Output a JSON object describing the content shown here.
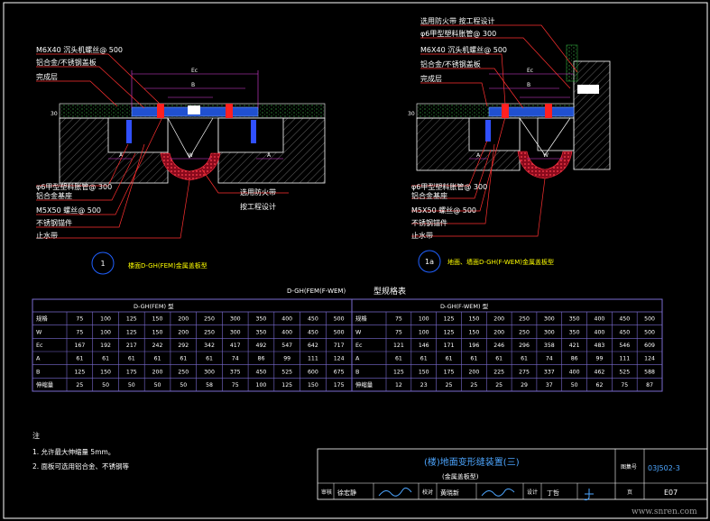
{
  "colors": {
    "background": "#000000",
    "frame": "#ffffff",
    "table": "#7a6bd0",
    "leader": "#ff3030",
    "concrete": "#ffffff",
    "soil": "#2ea03a",
    "rubber": "#c0102a",
    "dim": "#e040e0",
    "cover": "#2060ff",
    "title": "#4da6ff",
    "text": "#ffffff",
    "caption": "#ffff00"
  },
  "left_detail": {
    "labels_top": [
      "M6X40 沉头机螺丝@ 500",
      "铝合金/不锈钢盖板",
      "完成层"
    ],
    "labels_bottom": [
      "φ6甲型塑料胀管@ 300",
      "铝合金基座",
      "M5X50 螺丝@ 500",
      "不锈钢锚件",
      "止水带"
    ],
    "label_right": [
      "选用防火带",
      "按工程设计"
    ],
    "dims": {
      "ec": "Ec",
      "b": "B",
      "a1": "A",
      "a2": "A",
      "w": "W",
      "h": "30"
    },
    "callout": "1",
    "caption": "楼面D-GH(FEM)金属盖板型"
  },
  "right_detail": {
    "labels_top": [
      "选用防火带 按工程设计",
      "φ6甲型塑料胀管@ 300",
      "M6X40 沉头机螺丝@ 500",
      "铝合金/不锈钢盖板",
      "完成层"
    ],
    "labels_bottom": [
      "φ6甲型塑料胀管@ 300",
      "铝合金基座",
      "M5X50 螺丝@ 500",
      "不锈钢锚件",
      "止水带"
    ],
    "dims": {
      "ec": "Ec",
      "b": "B",
      "a": "A",
      "w": "W",
      "h": "30"
    },
    "callout": "1a",
    "caption": "地面、墙面D-GH(F-WEM)金属盖板型"
  },
  "table": {
    "title_left": "D-GH(FEM(F-WEM)",
    "title_right": "型规格表",
    "sub_left": "D-GH(FEM)     型",
    "sub_right": "D-GH(F-WEM)     型",
    "left": {
      "rows": [
        [
          "规格",
          "75",
          "100",
          "125",
          "150",
          "200",
          "250",
          "300",
          "350",
          "400",
          "450",
          "500"
        ],
        [
          "W",
          "75",
          "100",
          "125",
          "150",
          "200",
          "250",
          "300",
          "350",
          "400",
          "450",
          "500"
        ],
        [
          "Ec",
          "167",
          "192",
          "217",
          "242",
          "292",
          "342",
          "417",
          "492",
          "547",
          "642",
          "717"
        ],
        [
          "A",
          "61",
          "61",
          "61",
          "61",
          "61",
          "61",
          "74",
          "86",
          "99",
          "111",
          "124"
        ],
        [
          "B",
          "125",
          "150",
          "175",
          "200",
          "250",
          "300",
          "375",
          "450",
          "525",
          "600",
          "675"
        ],
        [
          "伸缩量",
          "25",
          "50",
          "50",
          "50",
          "50",
          "58",
          "75",
          "100",
          "125",
          "150",
          "175"
        ]
      ]
    },
    "right": {
      "rows": [
        [
          "规格",
          "75",
          "100",
          "125",
          "150",
          "200",
          "250",
          "300",
          "350",
          "400",
          "450",
          "500"
        ],
        [
          "W",
          "75",
          "100",
          "125",
          "150",
          "200",
          "250",
          "300",
          "350",
          "400",
          "450",
          "500"
        ],
        [
          "Ec",
          "121",
          "146",
          "171",
          "196",
          "246",
          "296",
          "358",
          "421",
          "483",
          "546",
          "609"
        ],
        [
          "A",
          "61",
          "61",
          "61",
          "61",
          "61",
          "61",
          "74",
          "86",
          "99",
          "111",
          "124"
        ],
        [
          "B",
          "125",
          "150",
          "175",
          "200",
          "225",
          "275",
          "337",
          "400",
          "462",
          "525",
          "588"
        ],
        [
          "伸缩量",
          "12",
          "23",
          "25",
          "25",
          "25",
          "29",
          "37",
          "50",
          "62",
          "75",
          "87"
        ]
      ]
    }
  },
  "notes": {
    "heading": "注",
    "lines": [
      "1. 允许最大伸缩量     5mm。",
      "2. 面板可选用铝合金、不锈钢等"
    ]
  },
  "title_block": {
    "title": "(楼)地面变形缝装置(三)",
    "subtitle": "(金属盖板型)",
    "atlas_label": "图集号",
    "atlas_no": "03J502-3",
    "page_label": "页",
    "page_no": "E07",
    "sign": [
      "审核",
      "徐宏静",
      "签",
      "校对",
      "黄晓新",
      "签",
      "设计",
      "丁哲",
      "签"
    ]
  },
  "watermark": "www.snren.com"
}
